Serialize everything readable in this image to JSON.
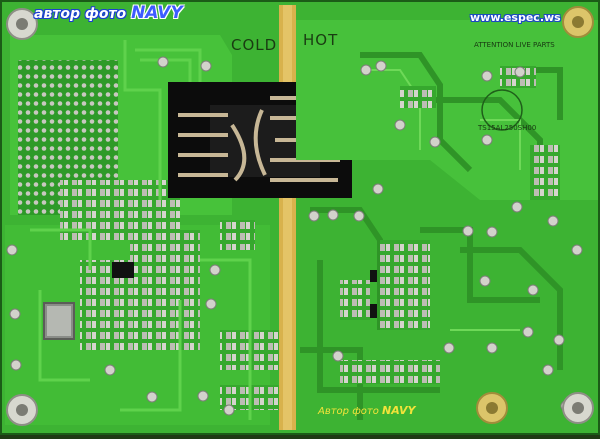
{
  "watermark_top": {
    "prefix": "автор фото",
    "name": "NAVY"
  },
  "site_url": "www.espec.ws",
  "board_labels": {
    "cold": "COLD",
    "hot": "HOT",
    "attention": "ATTENTION LIVE PARTS",
    "ts_part": "TS15AL250SH00"
  },
  "watermark_bottom": {
    "prefix": "Автор фото",
    "name": "NAVY"
  },
  "colors": {
    "pcb_green": "#3fb833",
    "pcb_dark": "#1f6e1c",
    "trace": "#55cc42",
    "pad": "#c9cbc3",
    "isolation_strip": "#d9b64f",
    "transformer": "#121212"
  }
}
